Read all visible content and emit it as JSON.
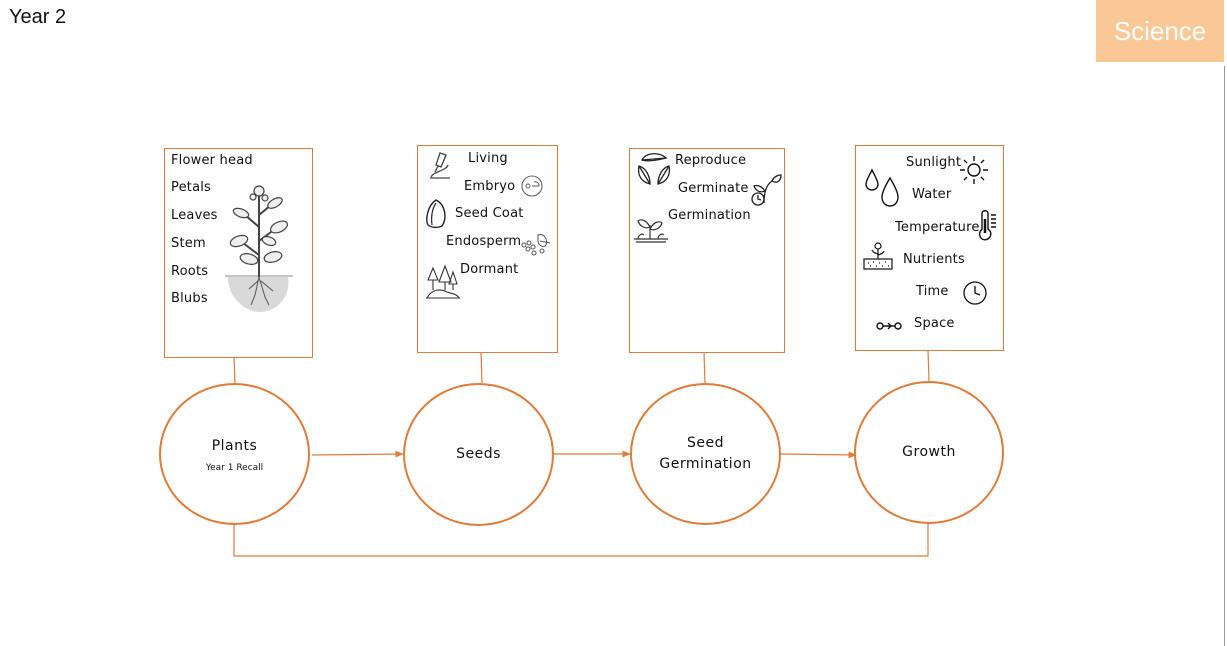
{
  "header": {
    "year": "Year 2",
    "subject": "Science"
  },
  "colors": {
    "accent": "#e07b39",
    "badge": "#f9c896"
  },
  "boxes": {
    "plants": {
      "items": [
        "Flower head",
        "Petals",
        "Leaves",
        "Stem",
        "Roots",
        "Blubs"
      ]
    },
    "seeds": {
      "items": [
        "Living",
        "Embryo",
        "Seed  Coat",
        "Endosperm",
        "Dormant"
      ]
    },
    "germination": {
      "items": [
        "Reproduce",
        "Germinate",
        "Germination"
      ]
    },
    "growth": {
      "items": [
        "Sunlight",
        "Water",
        "Temperature",
        "Nutrients",
        "Time",
        "Space"
      ]
    }
  },
  "circles": {
    "plants": {
      "title": "Plants",
      "subtitle": "Year 1 Recall"
    },
    "seeds": {
      "title": "Seeds"
    },
    "germination": {
      "line1": "Seed",
      "line2": "Germination"
    },
    "growth": {
      "title": "Growth"
    }
  },
  "icons": [
    "plant-with-roots-icon",
    "microscope-icon",
    "embryo-icon",
    "seed-icon",
    "endosperm-icon",
    "forest-icon",
    "leaves-cycle-icon",
    "sprout-clock-icon",
    "seedling-soil-icon",
    "sun-icon",
    "water-drops-icon",
    "thermometer-icon",
    "soil-plant-icon",
    "clock-icon",
    "space-arrow-icon"
  ]
}
